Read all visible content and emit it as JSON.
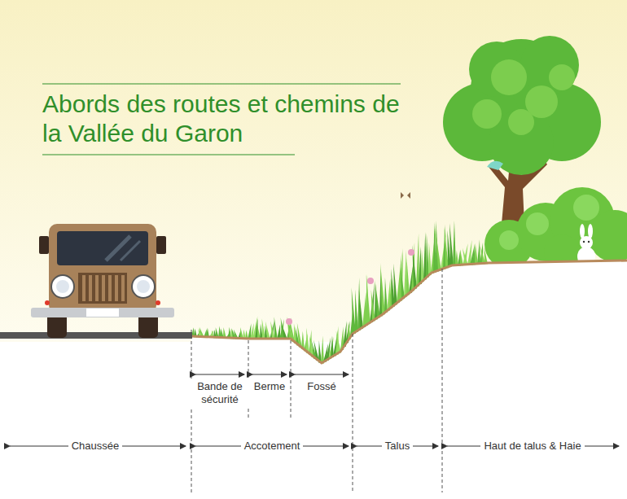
{
  "diagram": {
    "title": "Abords des routes et chemins de la Vallée du Garon",
    "labels": [
      "Bande de sécurité",
      "Berme",
      "Fossé",
      "Chaussée",
      "Accotement",
      "Talus",
      "Haut de talus & Haie"
    ]
  }
}
